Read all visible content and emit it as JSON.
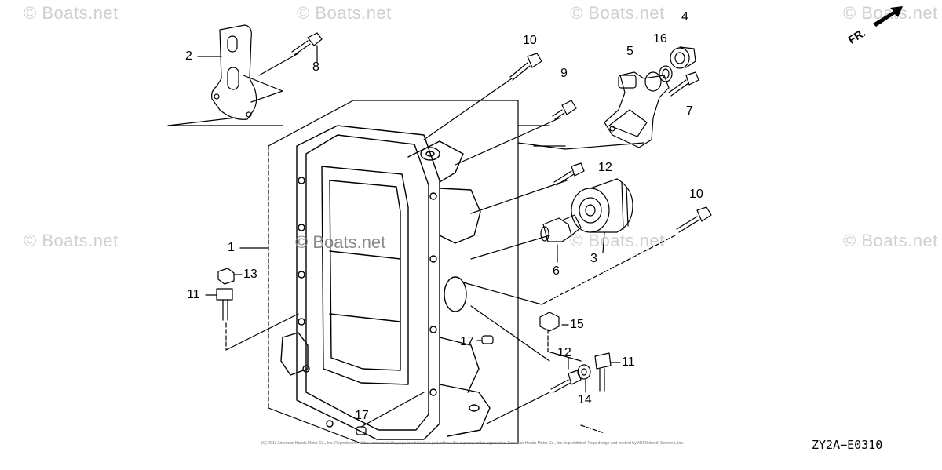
{
  "watermark": "© Boats.net",
  "fr_label": "FR.",
  "diagram_code": "ZY2A−E0310",
  "copyright_text": "(C) 2013 American Honda Motor Co., Inc. Reproduction of the contents of this page in whole or in part without the express written approval of American Honda Motor Co., Inc. is prohibited. Page design and content by ARI Network Services, Inc.",
  "part_labels": {
    "p1": "1",
    "p2": "2",
    "p3": "3",
    "p4": "4",
    "p5": "5",
    "p6": "6",
    "p7": "7",
    "p8": "8",
    "p9": "9",
    "p10a": "10",
    "p10b": "10",
    "p11a": "11",
    "p11b": "11",
    "p12a": "12",
    "p12b": "12",
    "p13": "13",
    "p14": "14",
    "p15": "15",
    "p16": "16",
    "p17a": "17",
    "p17b": "17"
  }
}
